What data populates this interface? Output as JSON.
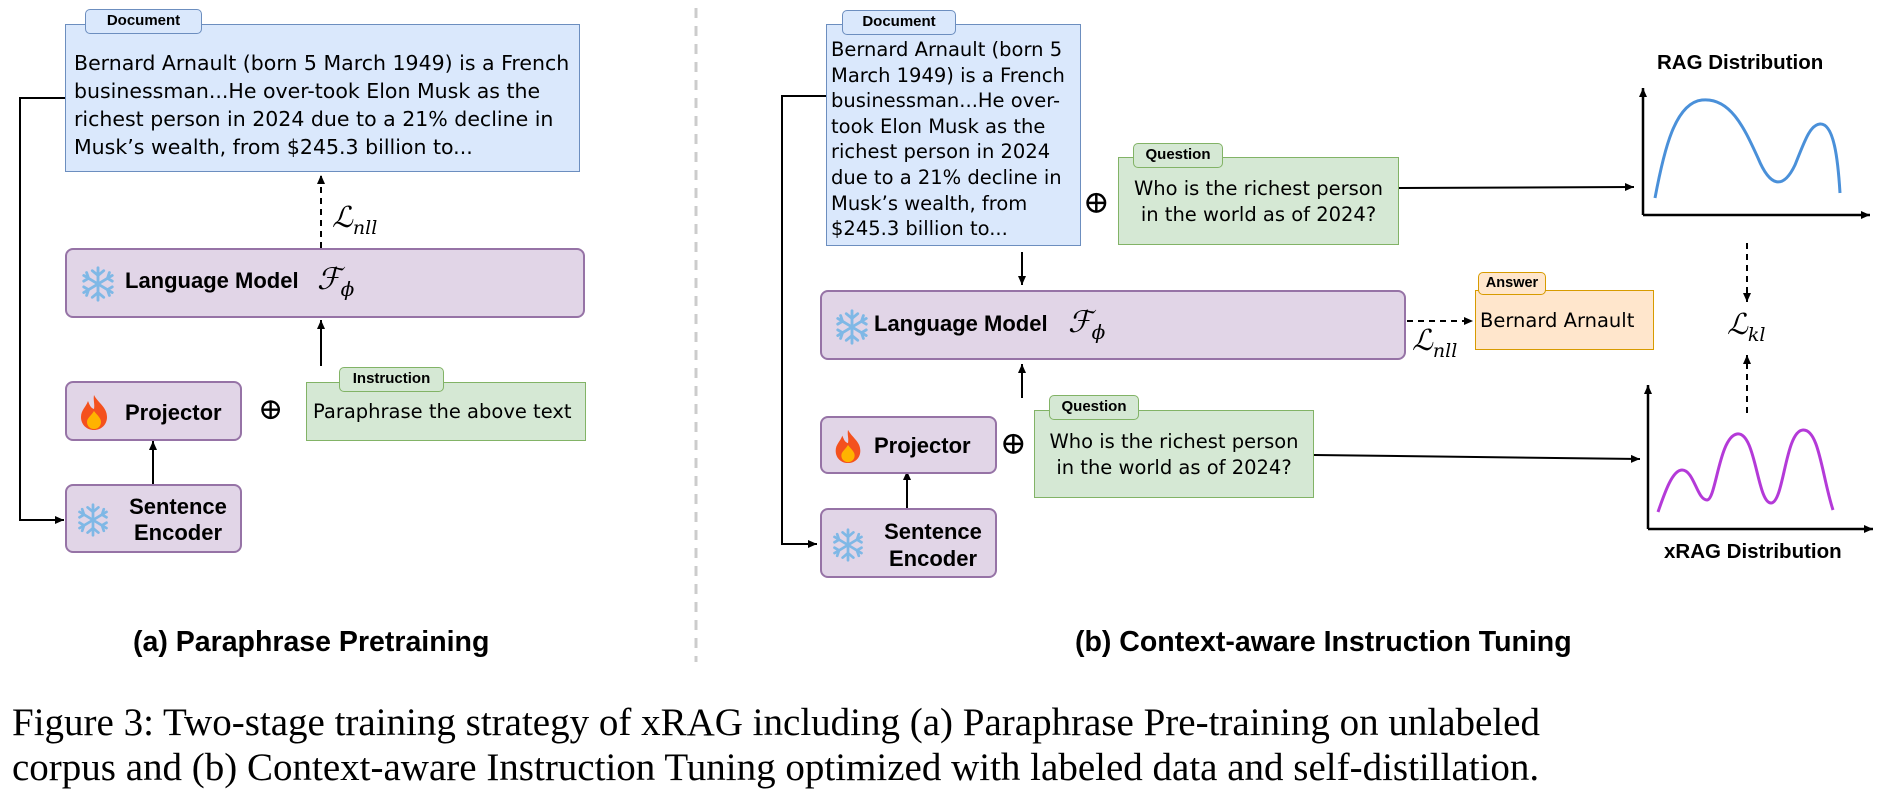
{
  "panel_a": {
    "document_tag": "Document",
    "document_text": "Bernard Arnault (born 5 March 1949) is a French businessman...He over-took Elon Musk as the richest person in 2024 due to a 21% decline in Musk’s wealth, from $245.3 billion to...",
    "loss_symbol": "ℒ",
    "loss_sub": "nll",
    "language_model_label": "Language Model",
    "model_symbol": "ℱ",
    "model_sub": "ϕ",
    "projector_label": "Projector",
    "instruction_tag": "Instruction",
    "instruction_text": "Paraphrase the above text",
    "encoder_label_line1": "Sentence",
    "encoder_label_line2": "Encoder",
    "concat_symbol": "⊕",
    "caption": "(a) Paraphrase Pretraining"
  },
  "panel_b": {
    "document_tag": "Document",
    "document_text": "Bernard Arnault (born 5 March 1949) is a French businessman...He over-took Elon Musk as the richest person in 2024 due to a 21% decline in Musk’s wealth, from $245.3 billion to...",
    "question_tag": "Question",
    "question_text": "Who is the richest person in the world as of 2024?",
    "language_model_label": "Language Model",
    "model_symbol": "ℱ",
    "model_sub": "ϕ",
    "loss_symbol": "ℒ",
    "loss_sub": "nll",
    "answer_tag": "Answer",
    "answer_text": "Bernard Arnault",
    "projector_label": "Projector",
    "question2_tag": "Question",
    "question2_text": "Who is the richest person in the world as of 2024?",
    "encoder_label_line1": "Sentence",
    "encoder_label_line2": "Encoder",
    "concat_symbol": "⊕",
    "rag_title": "RAG Distribution",
    "xrag_title": "xRAG Distribution",
    "kl_symbol": "ℒ",
    "kl_sub": "kl",
    "caption": "(b) Context-aware Instruction Tuning"
  },
  "figure_caption_line1": "Figure 3: Two-stage training strategy of xRAG including (a) Paraphrase Pre-training on unlabeled",
  "figure_caption_line2": "corpus and (b) Context-aware Instruction Tuning optimized with labeled data and self-distillation.",
  "colors": {
    "doc_fill": "#dae8fc",
    "doc_stroke": "#6c8ebf",
    "model_fill": "#e1d5e7",
    "model_stroke": "#9673a6",
    "text_fill": "#d5e8d4",
    "text_stroke": "#82b366",
    "answer_fill": "#ffe6cc",
    "answer_stroke": "#d79b00",
    "rag_curve": "#4a90d9",
    "xrag_curve": "#b43ad8"
  },
  "icons": {
    "frozen": "snowflake-icon",
    "trainable": "fire-icon"
  }
}
